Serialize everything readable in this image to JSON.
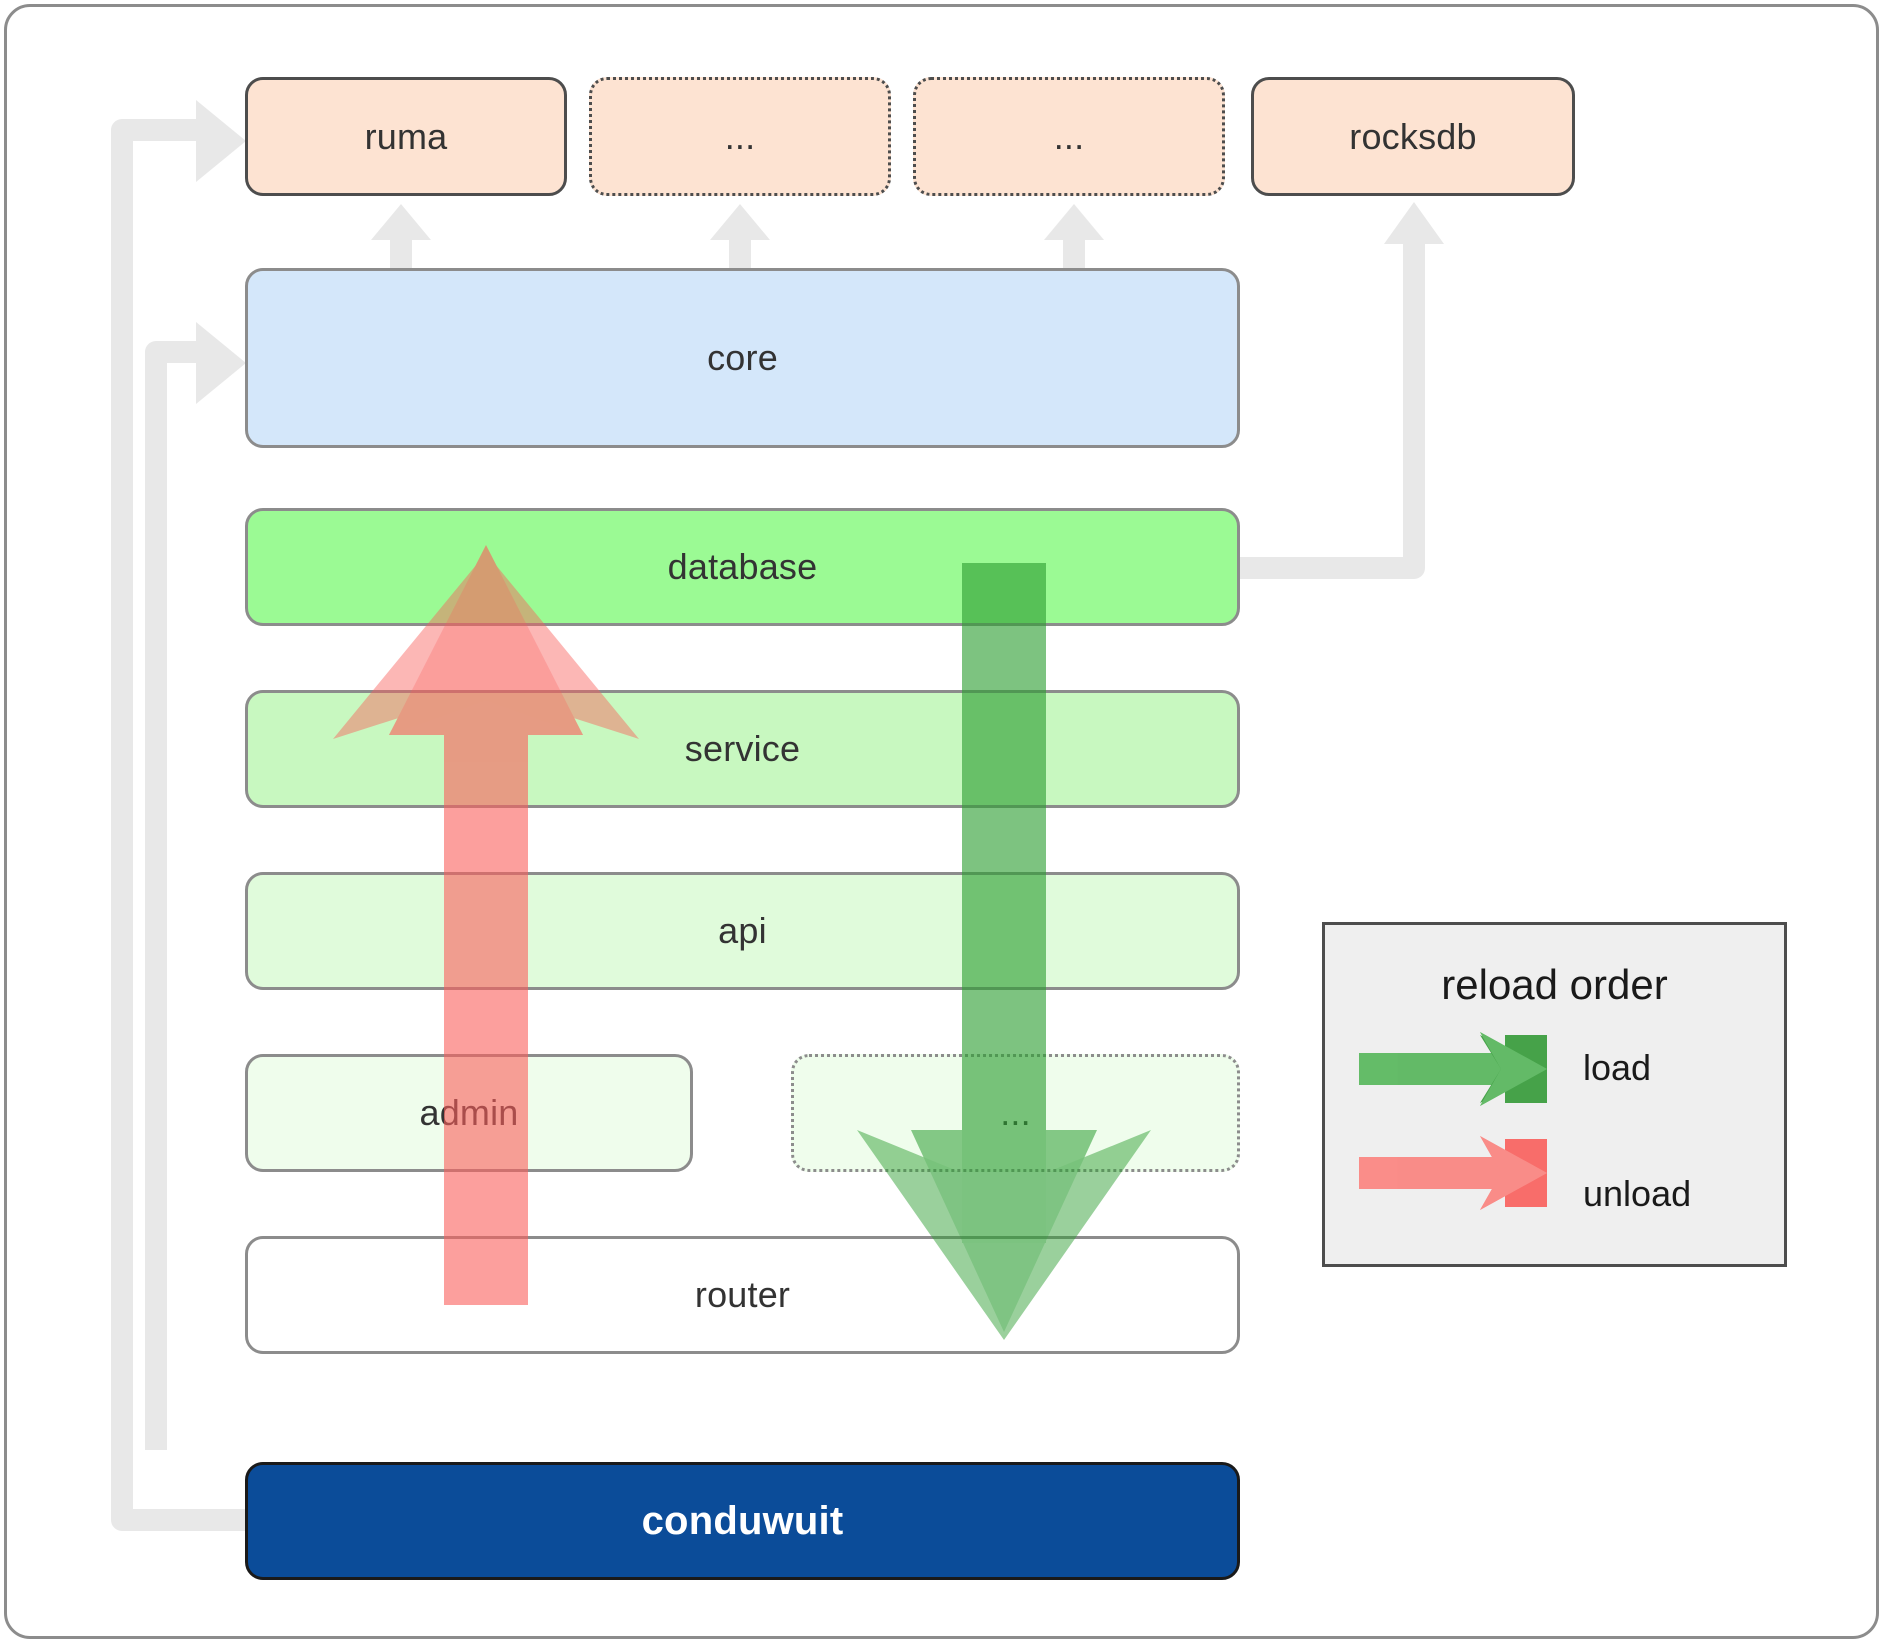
{
  "diagram": {
    "title": "conduwuit crate / reload order architecture",
    "dependencies": [
      {
        "id": "ruma",
        "label": "ruma",
        "style": "solid"
      },
      {
        "id": "dep2",
        "label": "...",
        "style": "dotted"
      },
      {
        "id": "dep3",
        "label": "...",
        "style": "dotted"
      },
      {
        "id": "rocksdb",
        "label": "rocksdb",
        "style": "solid"
      }
    ],
    "core": {
      "id": "core",
      "label": "core"
    },
    "stack": [
      {
        "id": "database",
        "label": "database",
        "style": "solid"
      },
      {
        "id": "service",
        "label": "service",
        "style": "solid"
      },
      {
        "id": "api",
        "label": "api",
        "style": "solid"
      },
      {
        "id": "admin",
        "label": "admin",
        "style": "solid"
      },
      {
        "id": "extra",
        "label": "...",
        "style": "dotted"
      },
      {
        "id": "router",
        "label": "router",
        "style": "solid"
      }
    ],
    "root": {
      "id": "conduwuit",
      "label": "conduwuit"
    },
    "legend": {
      "title": "reload order",
      "items": [
        {
          "id": "load",
          "label": "load",
          "color": "#5cb860"
        },
        {
          "id": "unload",
          "label": "unload",
          "color": "#fa8783"
        }
      ]
    },
    "colors": {
      "dependency_fill": "#fde3d2",
      "dependency_stroke": "#4d4d4d",
      "core_fill": "#d4e7fa",
      "core_stroke": "#8c8c8c",
      "database_fill": "#9bfa94",
      "service_fill": "#c8f8c0",
      "api_fill": "#e0fbdb",
      "admin_fill": "#effdec",
      "extra_fill": "#effdec",
      "router_fill": "#ffffff",
      "stack_stroke": "#8c8c8c",
      "root_fill": "#0b4c99",
      "root_stroke": "#1a1a1a",
      "root_text": "#ffffff",
      "connector": "#e8e8e8",
      "load_arrow": "#5cb860",
      "unload_arrow": "#fa8783",
      "legend_fill": "#efefef",
      "legend_stroke": "#4d4d4d",
      "text": "#333333",
      "frame_stroke": "#8c8c8c"
    }
  }
}
